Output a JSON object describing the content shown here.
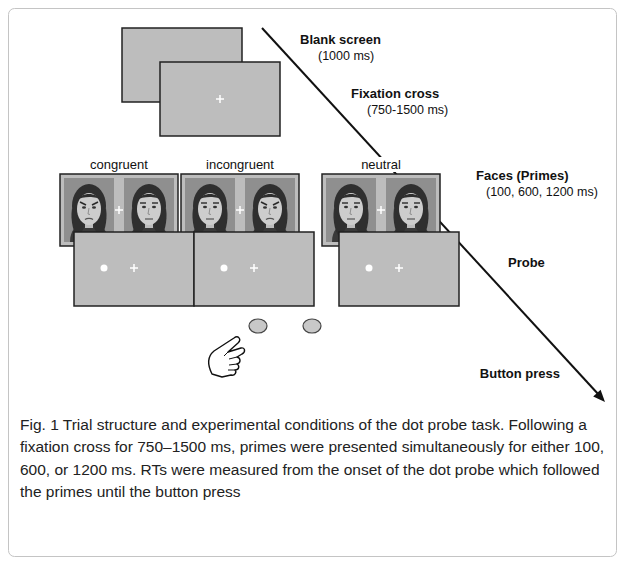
{
  "diagram": {
    "caption": "Fig. 1 Trial structure and experimental conditions of the dot probe task. Following a fixation cross for 750–1500 ms, primes were presented simultaneously for either 100, 600, or 1200 ms. RTs were measured from the onset of the dot probe which followed the primes until the button press",
    "nodes": [
      {
        "text": [
          "congruent"
        ]
      },
      {
        "text": [
          "incongruent"
        ]
      },
      {
        "text": [
          "neutral"
        ]
      }
    ],
    "labels": [
      "Blank screen",
      "(1000 ms)",
      "Fixation cross",
      "(750-1500 ms)",
      "Faces (Primes)",
      "(100, 600, 1200 ms)",
      "Probe",
      "Button press"
    ]
  }
}
